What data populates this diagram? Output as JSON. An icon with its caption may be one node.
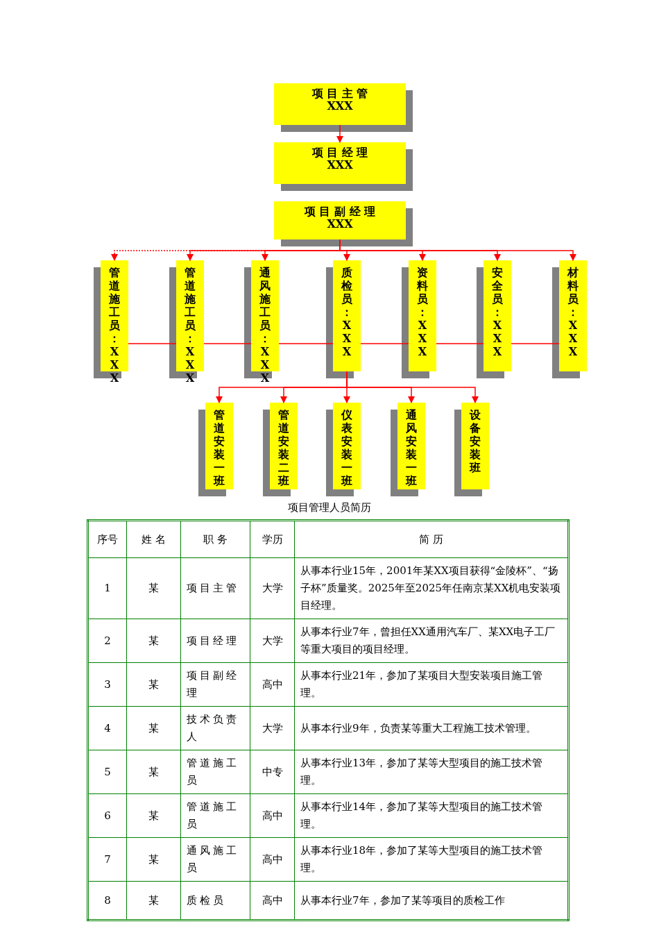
{
  "diagram": {
    "nodes": [
      {
        "text": [
          "项 目 主 管",
          "XXX"
        ]
      },
      {
        "text": [
          "项 目 经 理",
          "XXX"
        ]
      },
      {
        "text": [
          "项 目 副 经 理",
          "XXX"
        ]
      },
      {
        "text": [
          "管道施工员：",
          "XXX"
        ]
      },
      {
        "text": [
          "管道施工员：",
          "XXX"
        ]
      },
      {
        "text": [
          "通风施工员：",
          "XXX"
        ]
      },
      {
        "text": [
          "质检员：",
          "XXX"
        ]
      },
      {
        "text": [
          "资料员：",
          "XXX"
        ]
      },
      {
        "text": [
          "安全员：",
          "XXX"
        ]
      },
      {
        "text": [
          "材料员：",
          "XXX"
        ]
      },
      {
        "text": [
          "管道安装一班"
        ]
      },
      {
        "text": [
          "管道安装二班"
        ]
      },
      {
        "text": [
          "仪表安装一班"
        ]
      },
      {
        "text": [
          "通风安装一班"
        ]
      },
      {
        "text": [
          "设备安装班"
        ]
      }
    ],
    "edges": [
      {
        "from": 0,
        "to": 1,
        "arrow": "to"
      },
      {
        "from": 2,
        "to": 3,
        "arrow": "to",
        "style": "dashed"
      },
      {
        "from": 2,
        "to": 4,
        "arrow": "to"
      },
      {
        "from": 2,
        "to": 5,
        "arrow": "to"
      },
      {
        "from": 2,
        "to": 6,
        "arrow": "to"
      },
      {
        "from": 2,
        "to": 7,
        "arrow": "to"
      },
      {
        "from": 2,
        "to": 8,
        "arrow": "to"
      },
      {
        "from": 2,
        "to": 9,
        "arrow": "to"
      },
      {
        "from": 3,
        "to": 4,
        "arrow": "none"
      },
      {
        "from": 4,
        "to": 5,
        "arrow": "none"
      },
      {
        "from": 5,
        "to": 6,
        "arrow": "none"
      },
      {
        "from": 6,
        "to": 7,
        "arrow": "none"
      },
      {
        "from": 7,
        "to": 8,
        "arrow": "none"
      },
      {
        "from": 8,
        "to": 9,
        "arrow": "none"
      },
      {
        "from": 6,
        "to": 10,
        "arrow": "to"
      },
      {
        "from": 6,
        "to": 11,
        "arrow": "to"
      },
      {
        "from": 6,
        "to": 12,
        "arrow": "to"
      },
      {
        "from": 6,
        "to": 13,
        "arrow": "to"
      },
      {
        "from": 6,
        "to": 14,
        "arrow": "to"
      }
    ],
    "labels": [
      "项目管理人员简历",
      "序号",
      "姓 名",
      "职 务",
      "学历",
      "简 历",
      "1",
      "某",
      "项目主管",
      "大学",
      "从事本行业15年，2001年某XX项目获得“金陵杯”、“扬子杯”质量奖。2025年至2025年任南京某XX机电安装项目经理。",
      "2",
      "某",
      "项目经理",
      "大学",
      "从事本行业7年，曾担任XX通用汽车厂、某XX电子工厂等重大项目的项目经理。",
      "3",
      "某",
      "项目副经理",
      "高中",
      "从事本行业21年，参加了某项目大型安装项目施工管理。",
      "4",
      "某",
      "技术负责人",
      "大学",
      "从事本行业9年，负责某等重大工程施工技术管理。",
      "5",
      "某",
      "管道施工员",
      "中专",
      "从事本行业13年，参加了某等大型项目的施工技术管理。",
      "6",
      "某",
      "管道施工员",
      "高中",
      "从事本行业14年，参加了某等大型项目的施工技术管理。",
      "7",
      "某",
      "通风施工员",
      "高中",
      "从事本行业18年，参加了某等大型项目的施工技术管理。",
      "8",
      "某",
      "质检员",
      "高中",
      "从事本行业7年，参加了某等项目的质检工作"
    ]
  }
}
